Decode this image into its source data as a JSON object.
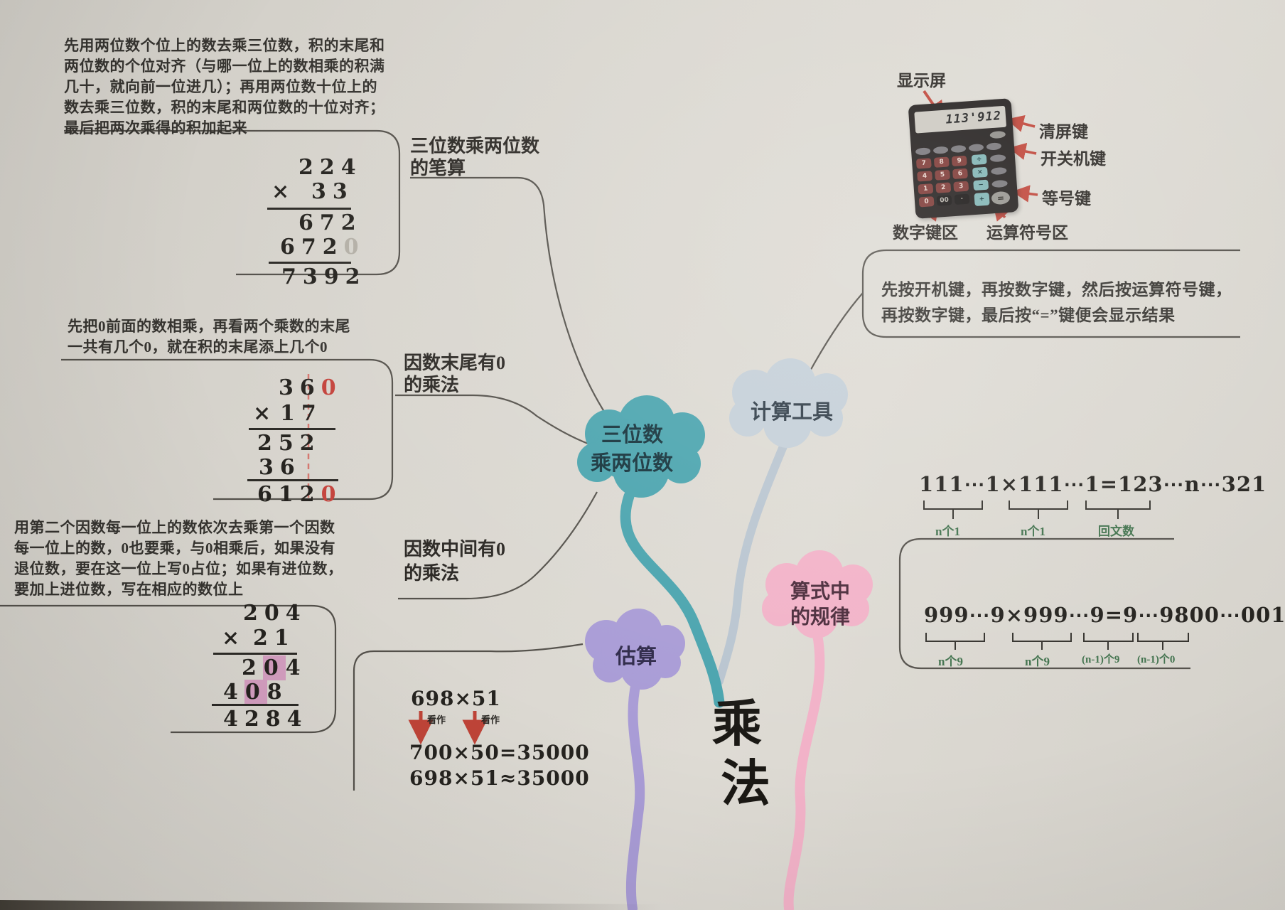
{
  "center": {
    "char1": "乘",
    "char2": "法"
  },
  "clouds": {
    "three_two": {
      "line1": "三位数",
      "line2": "乘两位数"
    },
    "tools": {
      "label": "计算工具"
    },
    "estimate": {
      "label": "估算"
    },
    "patterns": {
      "line1": "算式中",
      "line2": "的规律"
    }
  },
  "branches": {
    "written": {
      "line1": "三位数乘两位数",
      "line2": "的笔算"
    },
    "trailing_zero": {
      "line1": "因数末尾有0",
      "line2": "的乘法"
    },
    "middle_zero": {
      "line1": "因数中间有0",
      "line2": "的乘法"
    }
  },
  "notes": {
    "written": [
      "先用两位数个位上的数去乘三位数，积的末尾和",
      "两位数的个位对齐（与哪一位上的数相乘的积满",
      "几十，就向前一位进几）；再用两位数十位上的",
      "数去乘三位数，积的末尾和两位数的十位对齐；",
      "最后把两次乘得的积加起来"
    ],
    "trailing": [
      "先把0前面的数相乘，再看两个乘数的末尾",
      "一共有几个0，就在积的末尾添上几个0"
    ],
    "middle": [
      "用第二个因数每一位上的数依次去乘第一个因数",
      "每一位上的数，0也要乘，与0相乘后，如果没有",
      "退位数，要在这一位上写0占位；如果有进位数，",
      "要加上进位数，写在相应的数位上"
    ]
  },
  "calc1": {
    "factor": "224",
    "op": "×",
    "multiplier": "33",
    "partial1": "672",
    "partial2": "672",
    "ghost": "0",
    "result": "7392"
  },
  "calc2": {
    "factor": "36",
    "zero": "0",
    "op": "×",
    "multiplier": "17",
    "partial1": "252",
    "partial2": "36",
    "result": "612",
    "result_zero": "0"
  },
  "calc3": {
    "factor": "204",
    "op": "×",
    "multiplier": "21",
    "p1_a": "2",
    "p1_zero": "0",
    "p1_b": "4",
    "p2_a": "4",
    "p2_zero": "0",
    "p2_b": "8",
    "result": "4284"
  },
  "estimation": {
    "expr": "698×51",
    "note_left": "看作",
    "note_right": "看作",
    "rounded": "700×50=35000",
    "approx": "698×51≈35000"
  },
  "patterns": {
    "f1": {
      "expr": "111⋯1×111⋯1=123⋯n⋯321",
      "label1": "n个1",
      "label2": "n个1",
      "label3": "回文数"
    },
    "f2": {
      "expr": "999⋯9×999⋯9=9⋯9800⋯001",
      "label1": "n个9",
      "label2": "n个9",
      "label3": "(n-1)个9",
      "label4": "(n-1)个0"
    }
  },
  "calculator": {
    "display": "113'912",
    "digits": [
      "7",
      "8",
      "9",
      "4",
      "5",
      "6",
      "1",
      "2",
      "3"
    ],
    "zero": "0",
    "double_zero": "00",
    "dot": "·",
    "operators": [
      "÷",
      "×",
      "−",
      "+"
    ],
    "equals": "=",
    "labels": {
      "display": "显示屏",
      "clear": "清屏键",
      "power": "开关机键",
      "equals": "等号键",
      "numpad": "数字键区",
      "operators": "运算符号区"
    },
    "instructions": [
      "先按开机键，再按数字键，然后按运算符号键，",
      "再按数字键，最后按“=”键便会显示结果"
    ]
  },
  "colors": {
    "teal_cloud": "#4aa4ae",
    "tools_cloud": "#c4cfd8",
    "purple_cloud": "#a99cd6",
    "pink_cloud": "#f2b2c8",
    "red_accent": "#bf4438",
    "green_label": "#41724d",
    "zero_highlight": "#d49ec0",
    "calculator_body": "#221e1d",
    "numpad_red": "#7c3733",
    "operator_teal": "#7fb3b3",
    "connector": "#54514b"
  }
}
